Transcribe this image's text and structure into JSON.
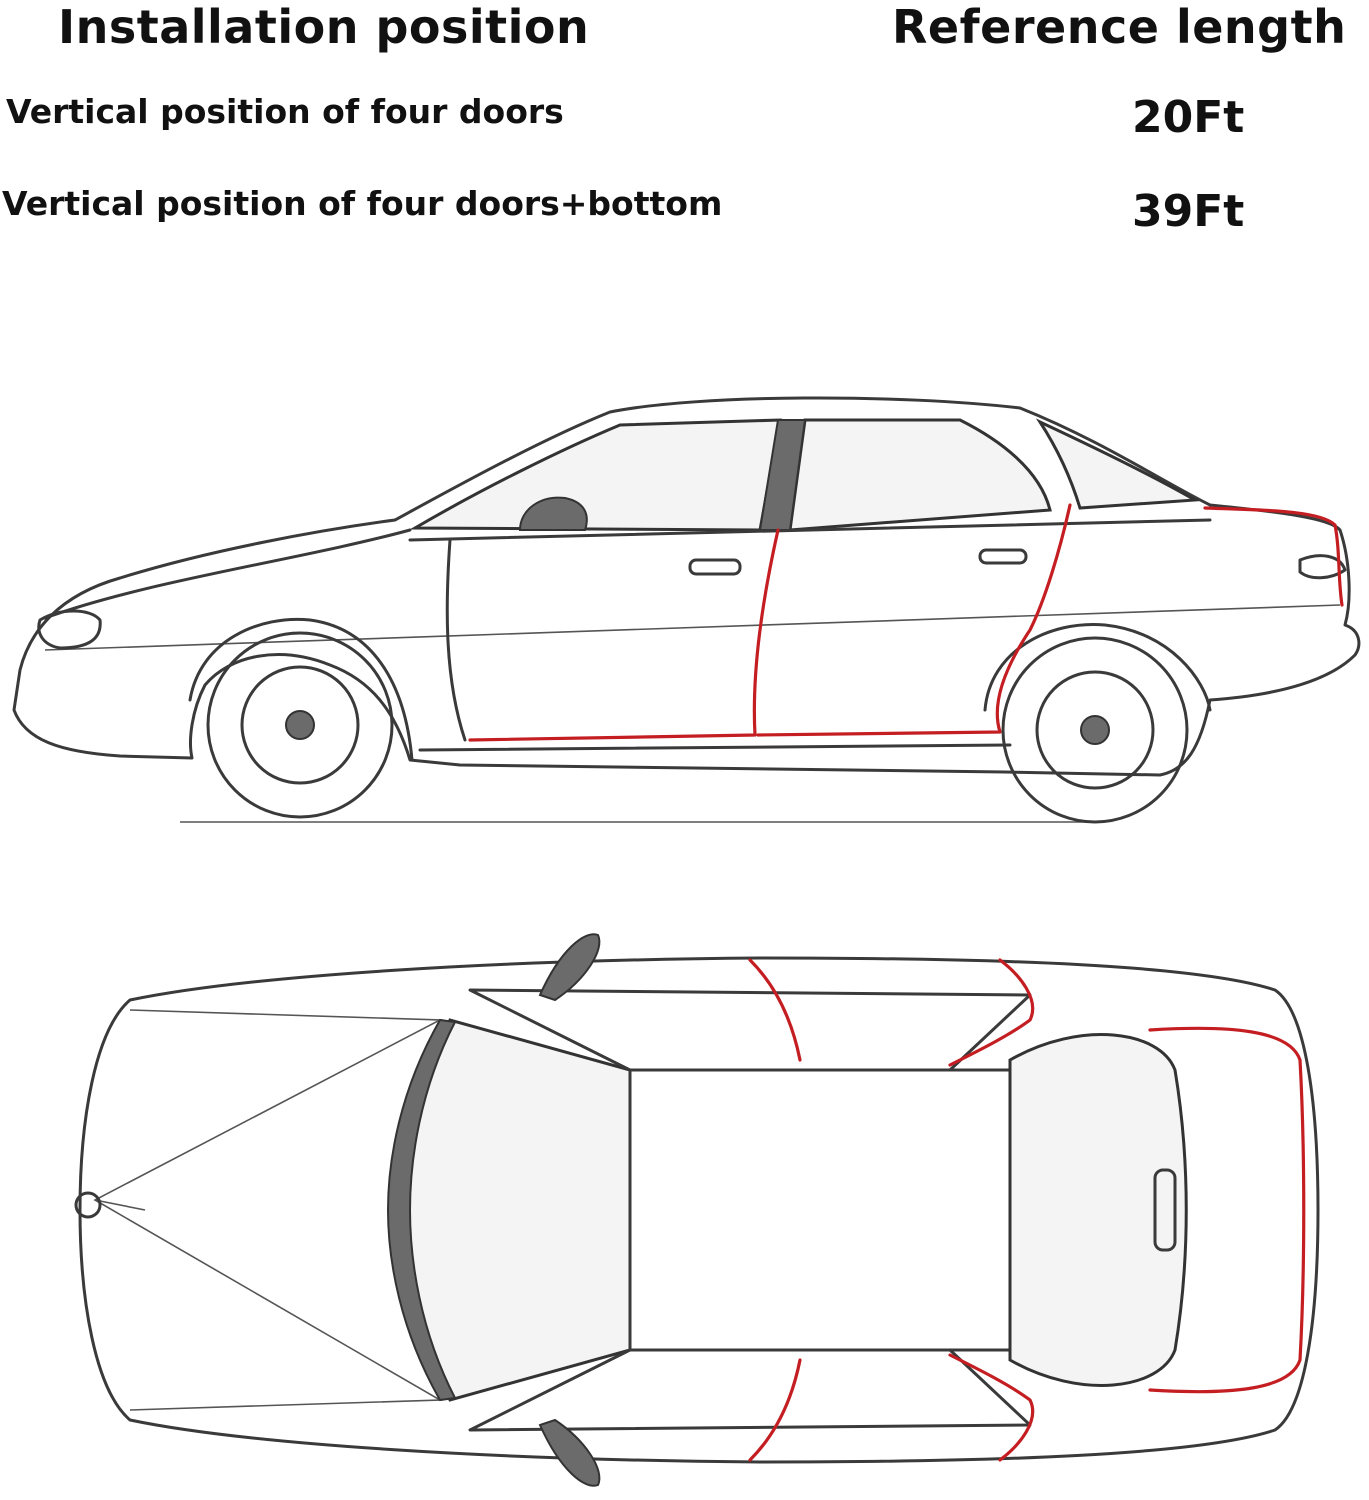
{
  "headers": {
    "position": "Installation position",
    "length": "Reference length"
  },
  "rows": [
    {
      "label": "Vertical position of four doors",
      "value": "20Ft"
    },
    {
      "label": "Vertical position of four doors+bottom",
      "value": "39Ft"
    }
  ],
  "colors": {
    "seal_line": "#c41e22",
    "outline": "#3a3a3a"
  }
}
